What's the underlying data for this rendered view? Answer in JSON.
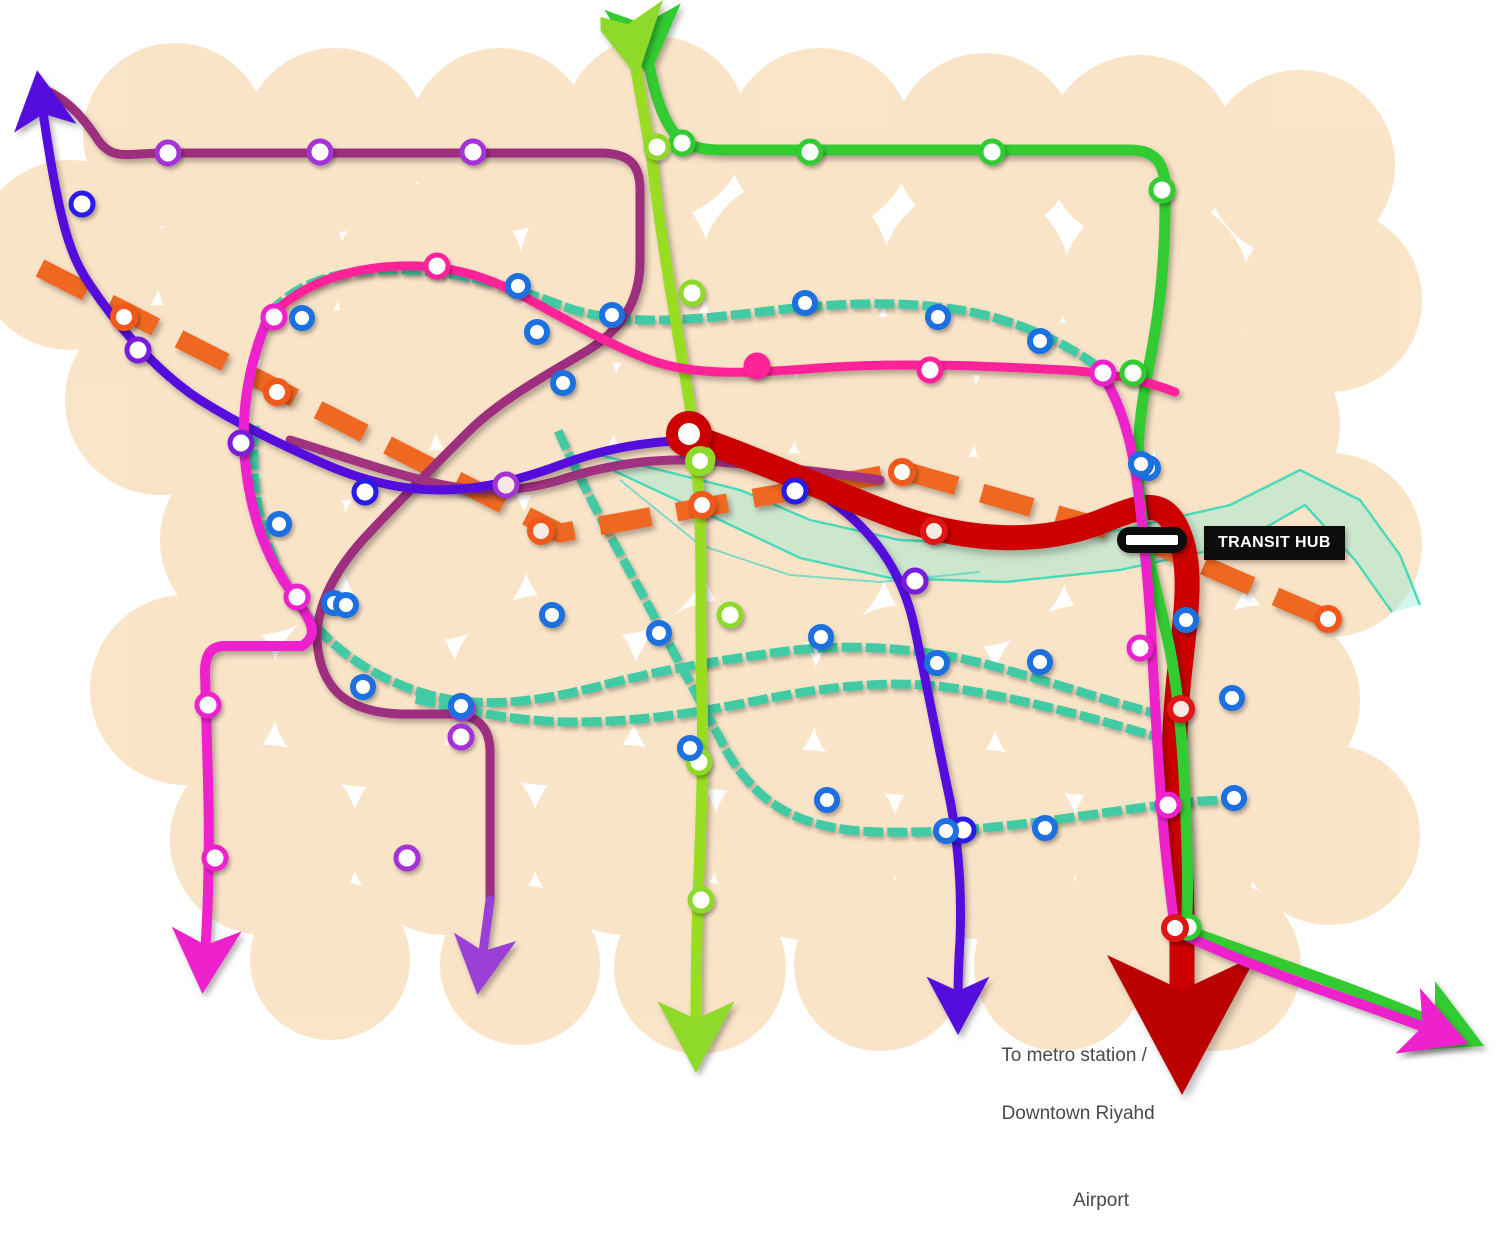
{
  "map": {
    "title": "Transit network schematic",
    "background_color": "#ffffff",
    "blob_color": "#f9d9ab",
    "labels": {
      "transit_hub": "TRANSIT HUB",
      "note_line1": "To metro station /",
      "note_line2": "Downtown Riyahd",
      "note_line3": "Airport"
    },
    "legend_colors": {
      "red_line": "#cc0000",
      "green_line": "#33cc33",
      "lime_line": "#99dd22",
      "magenta_line": "#ee22cc",
      "pink_line": "#ff2299",
      "purple_line": "#5511dd",
      "plum_line": "#a0307f",
      "orange_dashed": "#ef6723",
      "teal_dotted": "#2fc8a0",
      "wadi_fill": "#7fe8d2",
      "station_blue": "#1f6fe0",
      "station_white": "#ffffff",
      "hub_marker": "#0d0d0d"
    },
    "lines": [
      {
        "name": "red-express-line",
        "color": "#cc0000",
        "style": "thick-solid",
        "terminus": "arrow-down-south"
      },
      {
        "name": "green-line",
        "color": "#33cc33",
        "style": "solid",
        "terminus": "arrow-up-north"
      },
      {
        "name": "lime-line",
        "color": "#99dd22",
        "style": "solid",
        "terminus": "arrow-down-south"
      },
      {
        "name": "magenta-line",
        "color": "#ee22cc",
        "style": "solid",
        "terminus": "arrow-down-southwest"
      },
      {
        "name": "pink-crosstown-line",
        "color": "#ff2299",
        "style": "solid",
        "terminus": "none"
      },
      {
        "name": "purple-line",
        "color": "#5511dd",
        "style": "solid",
        "terminus": "arrow-up-northwest"
      },
      {
        "name": "plum-line",
        "color": "#a0307f",
        "style": "solid",
        "terminus": "arrow-down-south"
      },
      {
        "name": "orange-dashed-corridor",
        "color": "#ef6723",
        "style": "dashed",
        "terminus": "dot"
      },
      {
        "name": "teal-dotted-corridor",
        "color": "#2fc8a0",
        "style": "dotted",
        "terminus": "none"
      }
    ]
  }
}
